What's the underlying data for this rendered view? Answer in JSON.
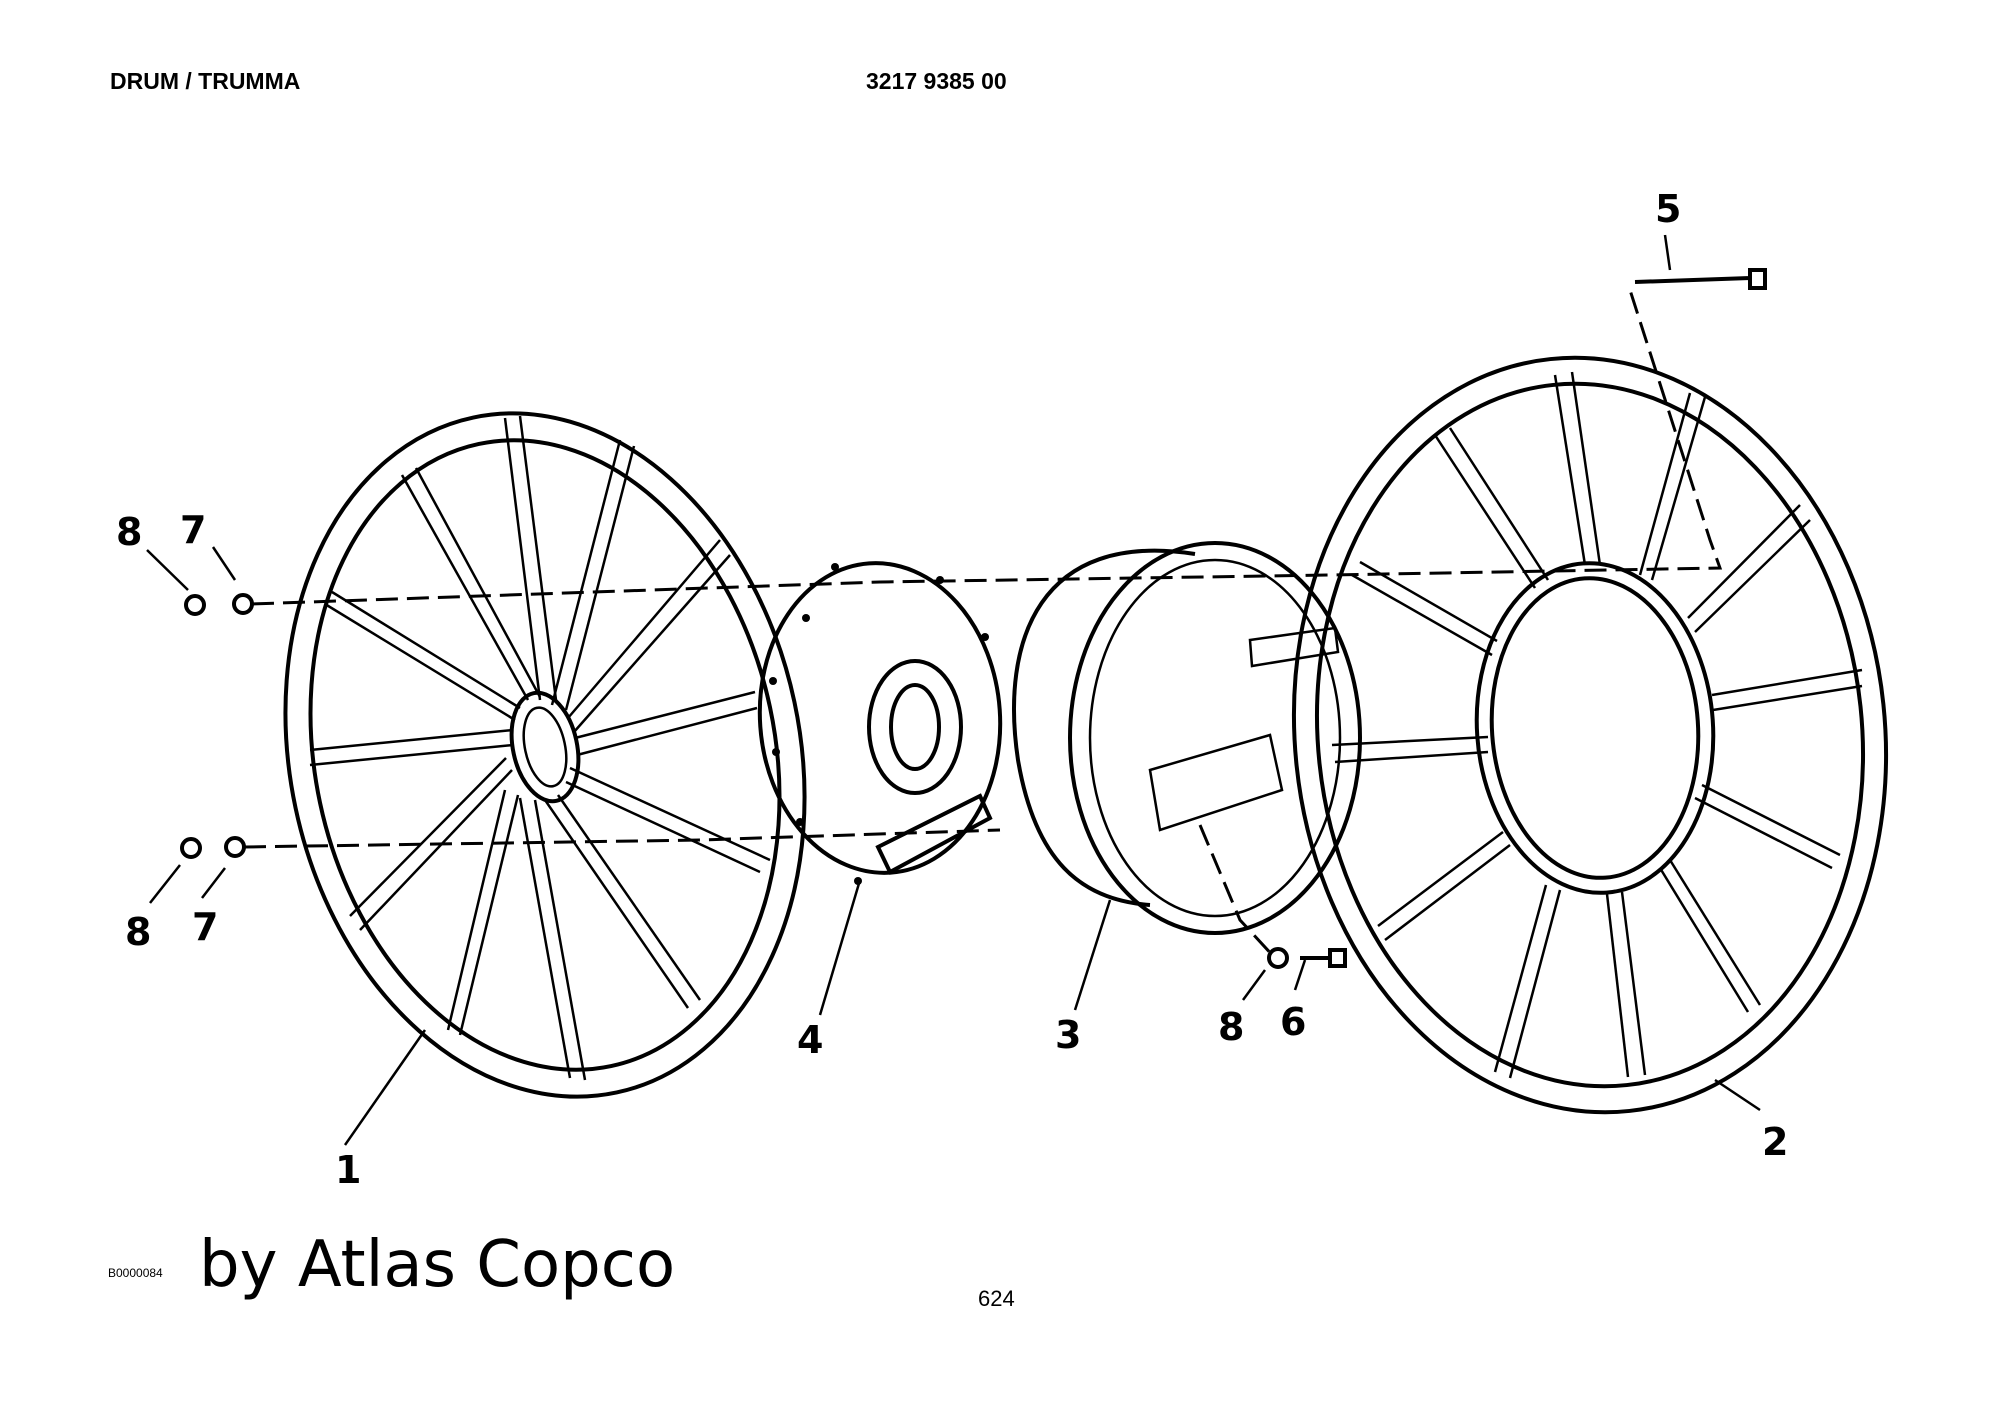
{
  "header": {
    "title": "DRUM / TRUMMA",
    "part_number": "3217 9385 00"
  },
  "footer": {
    "drawing_code": "B0000084",
    "brand": "by Atlas Copco",
    "page_number": "624"
  },
  "callouts": {
    "c1": "1",
    "c2": "2",
    "c3": "3",
    "c4": "4",
    "c5": "5",
    "c6": "6",
    "c7a": "7",
    "c7b": "7",
    "c8a": "8",
    "c8b": "8",
    "c8c": "8"
  }
}
